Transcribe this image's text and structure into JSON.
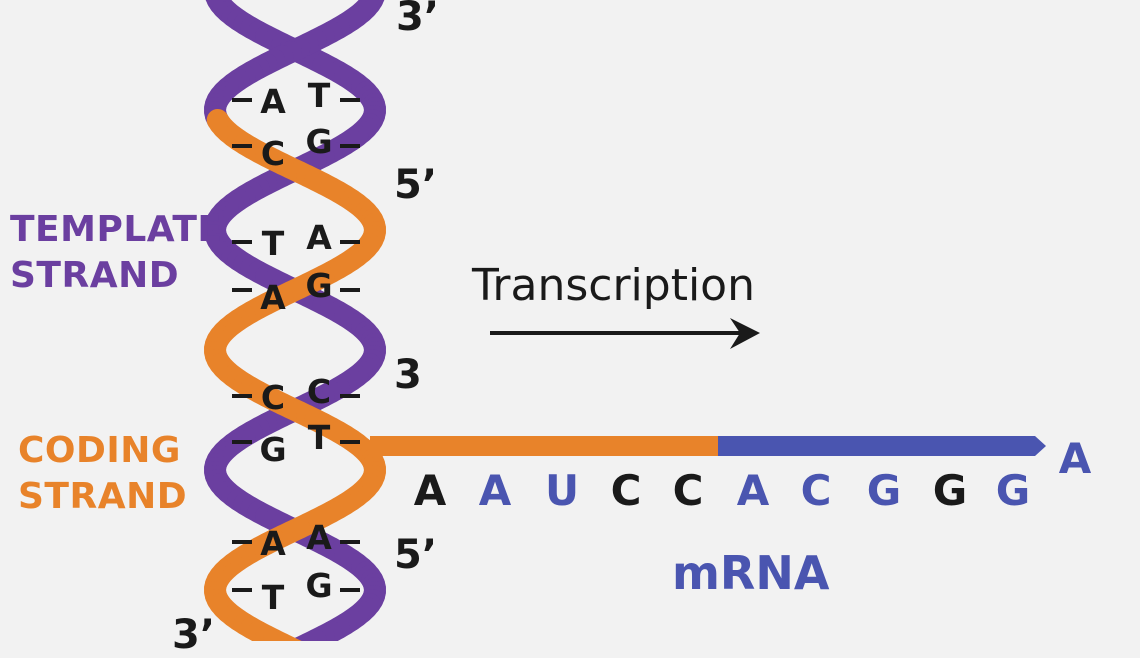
{
  "labels": {
    "template_strand": "TEMPLATE\nSTRAND",
    "coding_strand": "CODING\nSTRAND",
    "transcription": "Transcription",
    "mrna": "mRNA"
  },
  "end_labels": [
    "3’",
    "5’",
    "3",
    "5’",
    "3’"
  ],
  "base_pairs": [
    {
      "left": "A",
      "right": "T"
    },
    {
      "left": "C",
      "right": "G"
    },
    {
      "left": "T",
      "right": "A"
    },
    {
      "left": "A",
      "right": "G"
    },
    {
      "left": "C",
      "right": "C"
    },
    {
      "left": "G",
      "right": "T"
    },
    {
      "left": "A",
      "right": "A"
    },
    {
      "left": "T",
      "right": "G"
    }
  ],
  "mrna_sequence": [
    "A",
    "A",
    "U",
    "C",
    "C",
    "A",
    "C",
    "G",
    "G",
    "G"
  ],
  "mrna_tail": "A",
  "colors": {
    "template": "#6b3fa0",
    "coding": "#e8832a",
    "mrna": "#4a55b0",
    "text": "#1a1a1a",
    "background": "#f2f2f2"
  }
}
